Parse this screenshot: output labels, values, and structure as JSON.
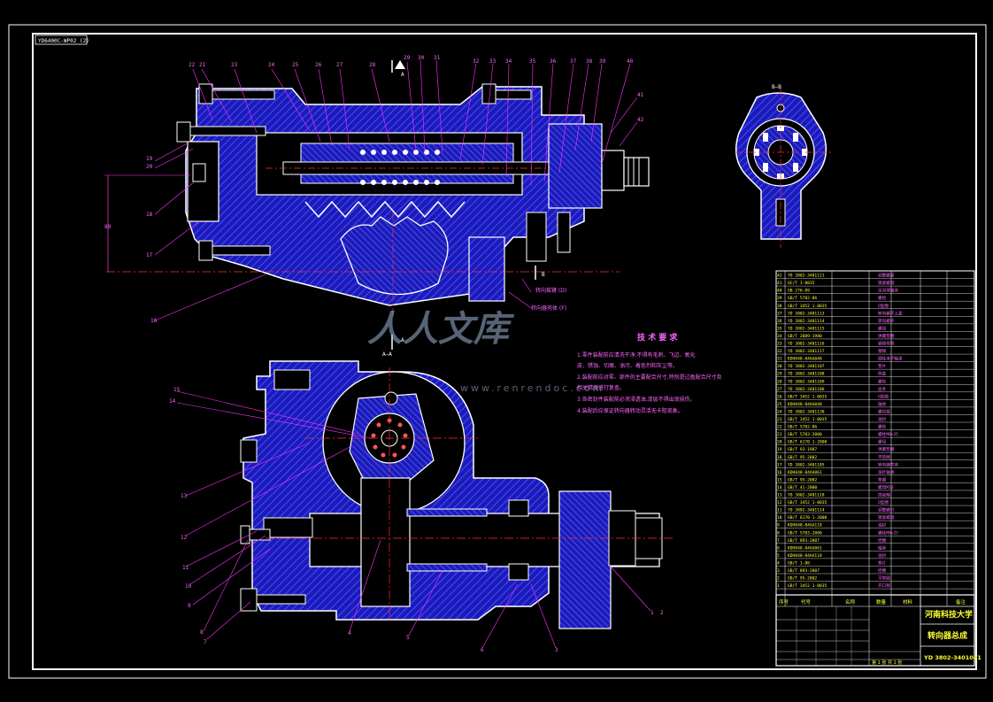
{
  "drawing_code_box": "YD6400C-WP02 (2)",
  "section_labels": {
    "a_top": "A",
    "aa": "A—A",
    "bb": "B—B",
    "b_mark": "B",
    "a_lower": "A"
  },
  "balloons_top": [
    "22",
    "21",
    "23",
    "24",
    "25",
    "26",
    "27",
    "28",
    "29",
    "30",
    "31",
    "32",
    "33",
    "34",
    "35",
    "36",
    "37",
    "38",
    "39",
    "40",
    "41",
    "42"
  ],
  "balloons_left_top": [
    "19",
    "20",
    "18",
    "17",
    "16"
  ],
  "balloons_left_bottom": [
    "15",
    "14",
    "13",
    "12",
    "11",
    "10",
    "9",
    "8",
    "7"
  ],
  "balloons_bottom": [
    "4",
    "5",
    "6",
    "3",
    "1",
    "2"
  ],
  "notes_mid": {
    "n1": "转向摇臂 (D)",
    "n2": "转向器壳体 (F)"
  },
  "tech_req": {
    "title": "技 术 要 求",
    "items": [
      "1.零件装配前应清洗干净,不得有毛刺、飞边、氧化",
      "皮、锈蚀、切屑、油污、着色剂和灰尘等。",
      "2.装配前应对零、部件的主要配合尺寸,特别是过盈配合尺寸及",
      "相关精度进行复查。",
      "3.各密封件装配前必须浸透油,漆层不得出现损伤。",
      "4.装配后应保证转向器转动灵活无卡阻现象。"
    ]
  },
  "watermark": {
    "cn": "人人文库",
    "url": "www.renrendoc.com"
  },
  "bom_rows": [
    [
      "42",
      "YD 3802-3401121",
      "调整螺塞"
    ],
    [
      "41",
      "QC/T 1-0035",
      "锁紧螺母"
    ],
    [
      "40",
      "GB 276-89",
      "深沟球轴承"
    ],
    [
      "39",
      "GB/T 5782-86",
      "螺栓"
    ],
    [
      "38",
      "GB/T 3452 1-0035",
      "O型圈"
    ],
    [
      "37",
      "YD 3802-3401113",
      "转向螺杆上盖"
    ],
    [
      "36",
      "YD 3802-3401114",
      "转向螺杆"
    ],
    [
      "35",
      "YD 3802-3401115",
      "螺母"
    ],
    [
      "34",
      "GB/T 2089-1980",
      "弹簧垫圈"
    ],
    [
      "33",
      "YD 3802-3401116",
      "钢球导管"
    ],
    [
      "32",
      "YD 3802-3401117",
      "钢球"
    ],
    [
      "31",
      "KDH848-84AA048",
      "圆柱滚子轴承"
    ],
    [
      "30",
      "YD 3802-3401107",
      "垫片"
    ],
    [
      "29",
      "YD 3802-3401108",
      "侧盖"
    ],
    [
      "28",
      "YD 3802-3401109",
      "螺栓"
    ],
    [
      "27",
      "YD 3802-3401106",
      "齿条"
    ],
    [
      "26",
      "GB/T 3452 1-0035",
      "O型圈"
    ],
    [
      "25",
      "KDH848-84AA048",
      "轴承"
    ],
    [
      "24",
      "YD 3802-3401130",
      "螺纹塞"
    ],
    [
      "23",
      "GB/T 3452 1-0035",
      "油封"
    ],
    [
      "22",
      "GB/T 5782-86",
      "螺栓"
    ],
    [
      "21",
      "GB/T 5783-2000",
      "螺栓M8×25"
    ],
    [
      "20",
      "GB/T 6170 1-2000",
      "螺母"
    ],
    [
      "19",
      "GB/T 93-1987",
      "弹簧垫圈"
    ],
    [
      "18",
      "GB/T 95-2002",
      "平垫圈"
    ],
    [
      "17",
      "YD 3802-3401105",
      "转向器壳体"
    ],
    [
      "16",
      "KDH848-84AA061",
      "滚针轴承"
    ],
    [
      "15",
      "GB/T 95-2002",
      "垫圈"
    ],
    [
      "14",
      "GB/T 41-2000",
      "螺母M10"
    ],
    [
      "13",
      "YD 3802-3401118",
      "扇齿轴"
    ],
    [
      "12",
      "GB/T 3452 1-0035",
      "O型圈"
    ],
    [
      "11",
      "YD 3802-3401114",
      "调整螺钉"
    ],
    [
      "10",
      "GB/T 6170 1-2000",
      "锁紧螺母"
    ],
    [
      "9",
      "KDH848-84AA118",
      "油封"
    ],
    [
      "8",
      "GB/T 5783-2000",
      "螺栓M8×25"
    ],
    [
      "7",
      "GB/T 893-2007",
      "挡圈"
    ],
    [
      "6",
      "KDH848-84AA061",
      "轴承"
    ],
    [
      "5",
      "KDH848-84AA118",
      "油封"
    ],
    [
      "4",
      "GB/T 1-88",
      "垫片"
    ],
    [
      "3",
      "GB/T 893-2007",
      "挡圈"
    ],
    [
      "2",
      "GB/T 95-2002",
      "平垫圈"
    ],
    [
      "1",
      "GB/T 3452 1-0035",
      "开口销"
    ]
  ],
  "bom_header": [
    "序号",
    "代号",
    "名称",
    "数量",
    "材料",
    "备注"
  ],
  "title_block": {
    "university": "河南科技大学",
    "drawing_name": "转向器总成",
    "drawing_no": "YD 3802-3401001",
    "sheet": "第 1 张  共 1 张"
  },
  "colors": {
    "background": "#000000",
    "outline": "#ffffff",
    "hatch": "#2a2ad8",
    "dim": "#ff33ff",
    "center": "#ff3030",
    "text": "#ff66ff",
    "yellow": "#ffff33"
  }
}
